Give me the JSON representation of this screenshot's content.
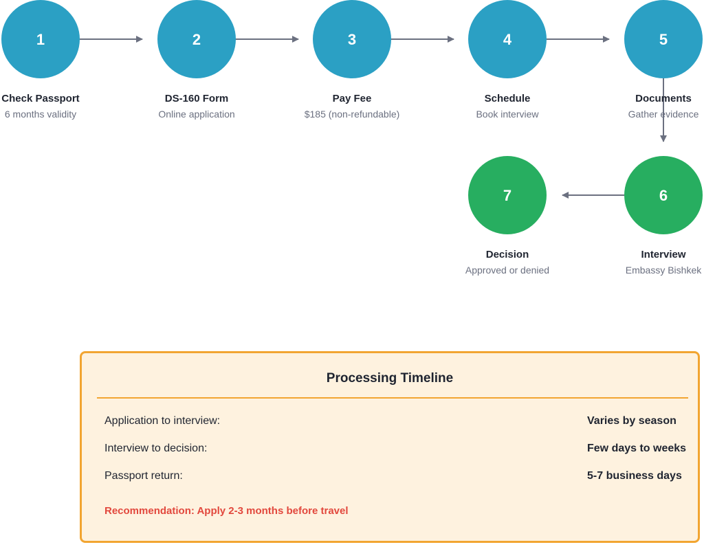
{
  "colors": {
    "step_blue": "#2ba0c4",
    "step_green": "#27ae60",
    "arrow": "#6b7080",
    "panel_border": "#f2a531",
    "panel_fill": "#fef2df",
    "recommendation": "#e2483d"
  },
  "steps": [
    {
      "number": "1",
      "title": "Check Passport",
      "subtitle": "6 months validity",
      "color": "blue"
    },
    {
      "number": "2",
      "title": "DS-160 Form",
      "subtitle": "Online application",
      "color": "blue"
    },
    {
      "number": "3",
      "title": "Pay Fee",
      "subtitle": "$185 (non-refundable)",
      "color": "blue"
    },
    {
      "number": "4",
      "title": "Schedule",
      "subtitle": "Book interview",
      "color": "blue"
    },
    {
      "number": "5",
      "title": "Documents",
      "subtitle": "Gather evidence",
      "color": "blue"
    },
    {
      "number": "6",
      "title": "Interview",
      "subtitle": "Embassy Bishkek",
      "color": "green"
    },
    {
      "number": "7",
      "title": "Decision",
      "subtitle": "Approved or denied",
      "color": "green"
    }
  ],
  "timeline": {
    "title": "Processing Timeline",
    "rows": [
      {
        "label": "Application to interview:",
        "value": "Varies by season"
      },
      {
        "label": "Interview to decision:",
        "value": "Few days to weeks"
      },
      {
        "label": "Passport return:",
        "value": "5-7 business days"
      }
    ],
    "recommendation": "Recommendation: Apply 2-3 months before travel"
  }
}
